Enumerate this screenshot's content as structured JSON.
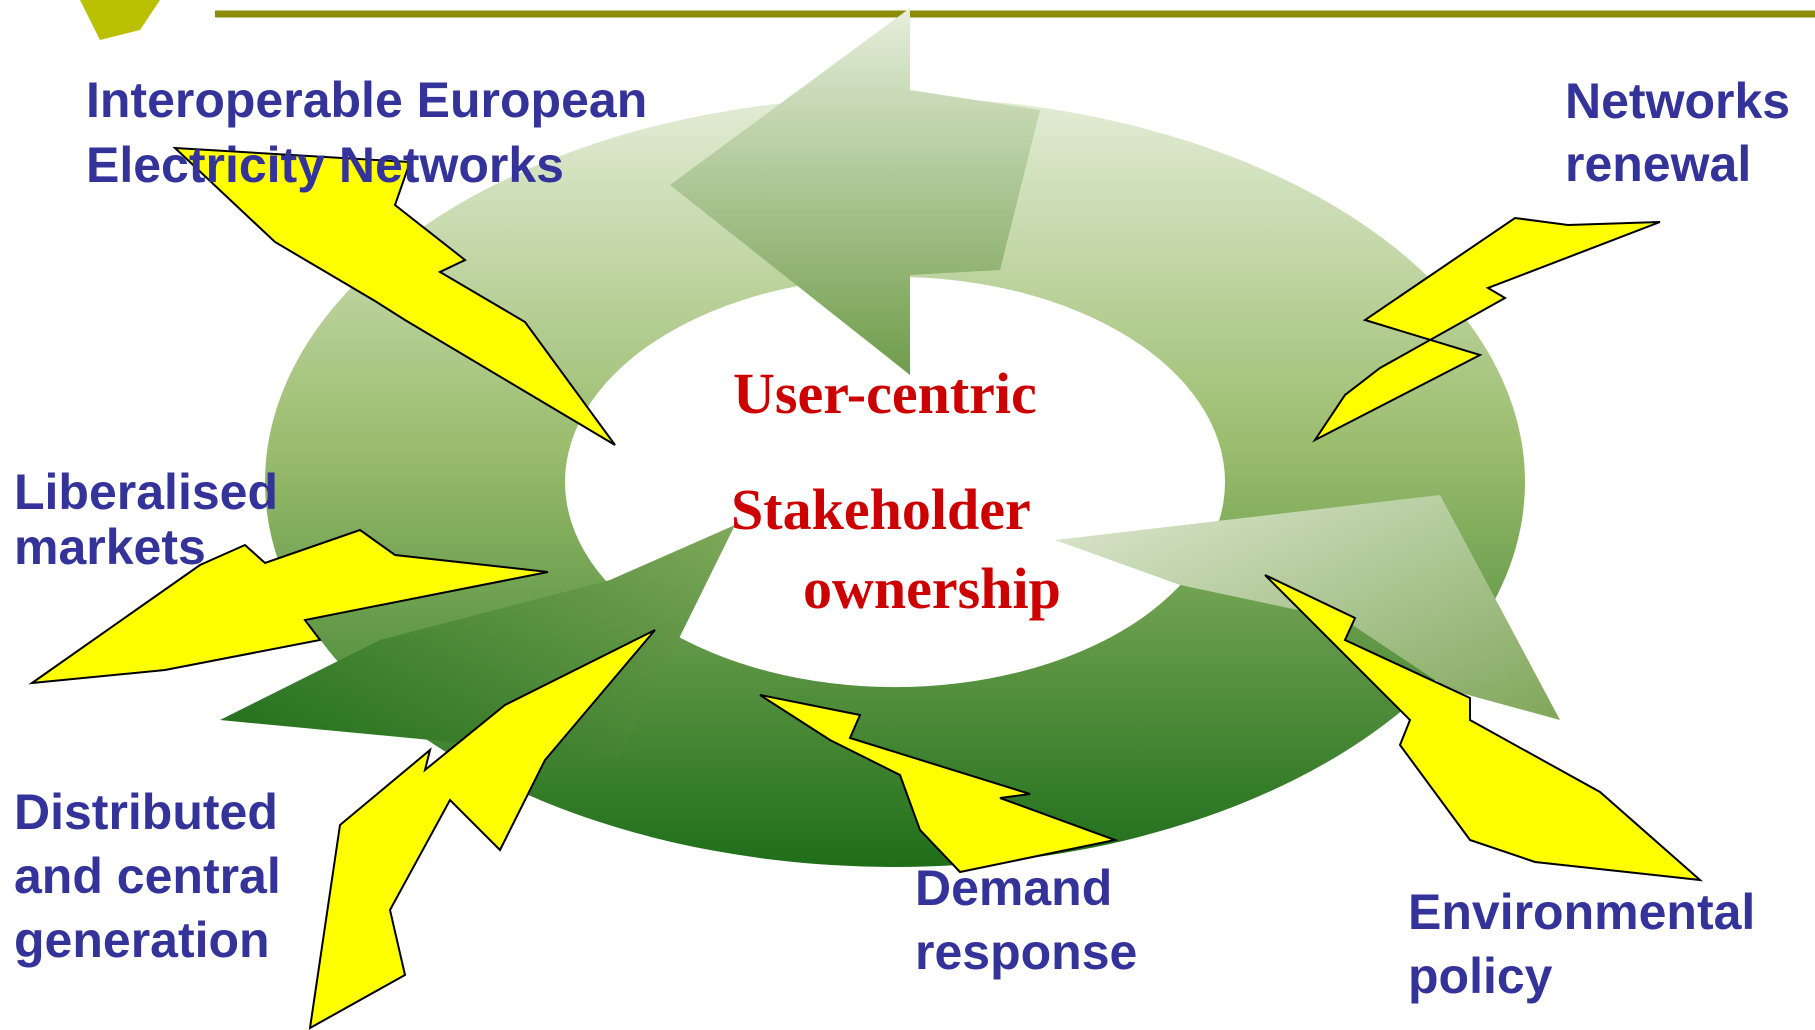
{
  "diagram": {
    "center": {
      "line1": "User-centric",
      "line2": "Stakeholder",
      "line3": "ownership"
    },
    "labels": {
      "interoperable": [
        "Interoperable European",
        "Electricity Networks"
      ],
      "networks_renewal": [
        "Networks",
        "renewal"
      ],
      "liberalised": [
        "Liberalised",
        "markets"
      ],
      "distributed": [
        "Distributed",
        "and central",
        "generation"
      ],
      "demand": [
        "Demand",
        "response"
      ],
      "environmental": [
        "Environmental",
        "policy"
      ]
    },
    "colors": {
      "label_text": "#333399",
      "center_text": "#cc0000",
      "ring_dark": "#2e7d22",
      "ring_light": "#dce8cc",
      "bolt_fill": "#ffff00",
      "bolt_stroke": "#000000",
      "header_rule": "#8c8c0a",
      "corner_accent": "#b8c000"
    }
  }
}
